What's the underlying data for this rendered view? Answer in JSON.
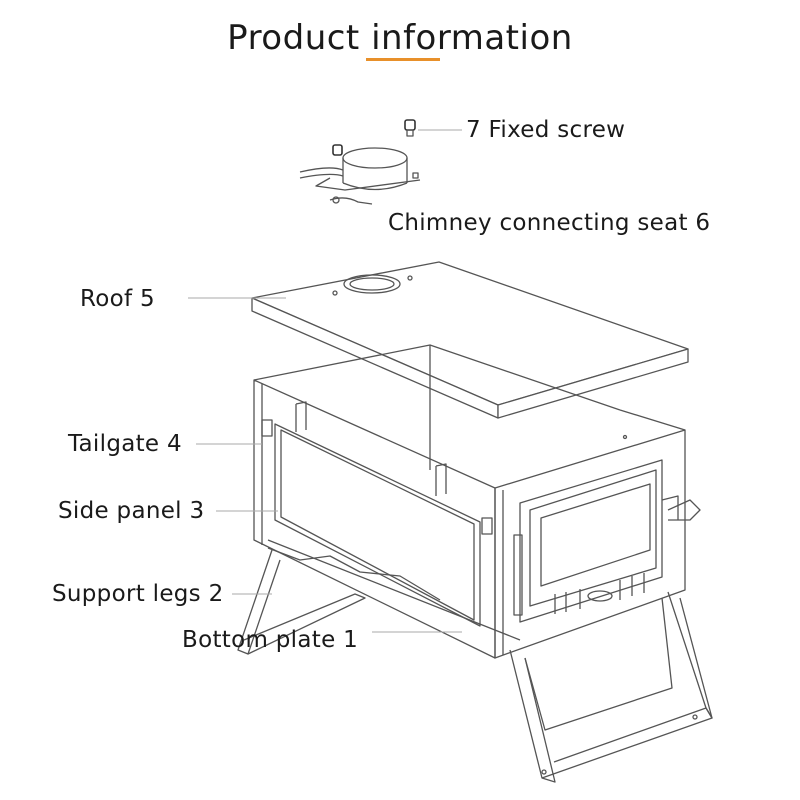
{
  "title": "Product information",
  "accent_color": "#e8902a",
  "labels": {
    "fixed_screw": "7  Fixed screw",
    "chimney_seat": "Chimney connecting seat 6",
    "roof": "Roof 5",
    "tailgate": "Tailgate 4",
    "side_panel": "Side panel 3",
    "support_legs": "Support legs 2",
    "bottom_plate": "Bottom plate 1"
  }
}
